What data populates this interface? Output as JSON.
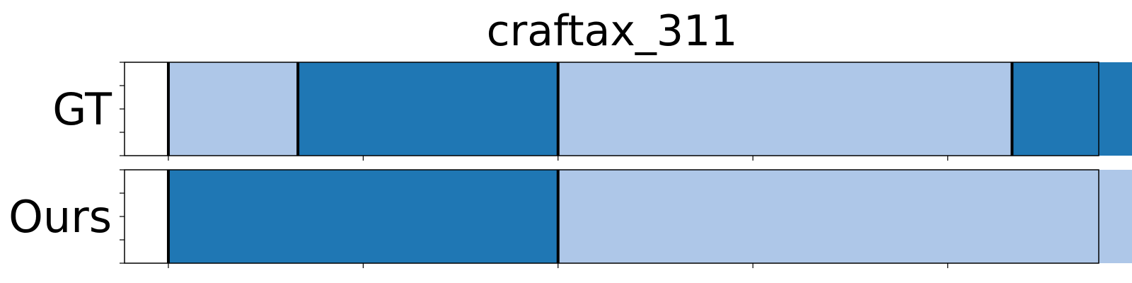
{
  "chart_data": {
    "type": "bar",
    "title": "craftax_311",
    "xlim": [
      0,
      1
    ],
    "colors": {
      "dark": "#1f77b4",
      "light": "#aec7e8",
      "boundary": "#000000"
    },
    "rows": [
      {
        "label": "GT",
        "segments": [
          {
            "start": 0.045,
            "end": 0.178,
            "color": "light"
          },
          {
            "start": 0.178,
            "end": 0.445,
            "color": "dark"
          },
          {
            "start": 0.445,
            "end": 0.911,
            "color": "light"
          },
          {
            "start": 0.911,
            "end": 1.044,
            "color": "dark"
          }
        ],
        "boundaries": [
          0.045,
          0.178,
          0.445,
          0.911,
          1.044
        ]
      },
      {
        "label": "Ours",
        "segments": [
          {
            "start": 0.045,
            "end": 0.445,
            "color": "dark"
          },
          {
            "start": 0.445,
            "end": 1.044,
            "color": "light"
          }
        ],
        "boundaries": [
          0.045,
          0.445,
          1.044
        ]
      }
    ],
    "x_ticks": [
      0.045,
      0.245,
      0.445,
      0.645,
      0.845,
      1.044
    ],
    "y_ticks_per_row": 5,
    "grid": false,
    "legend": "none"
  }
}
